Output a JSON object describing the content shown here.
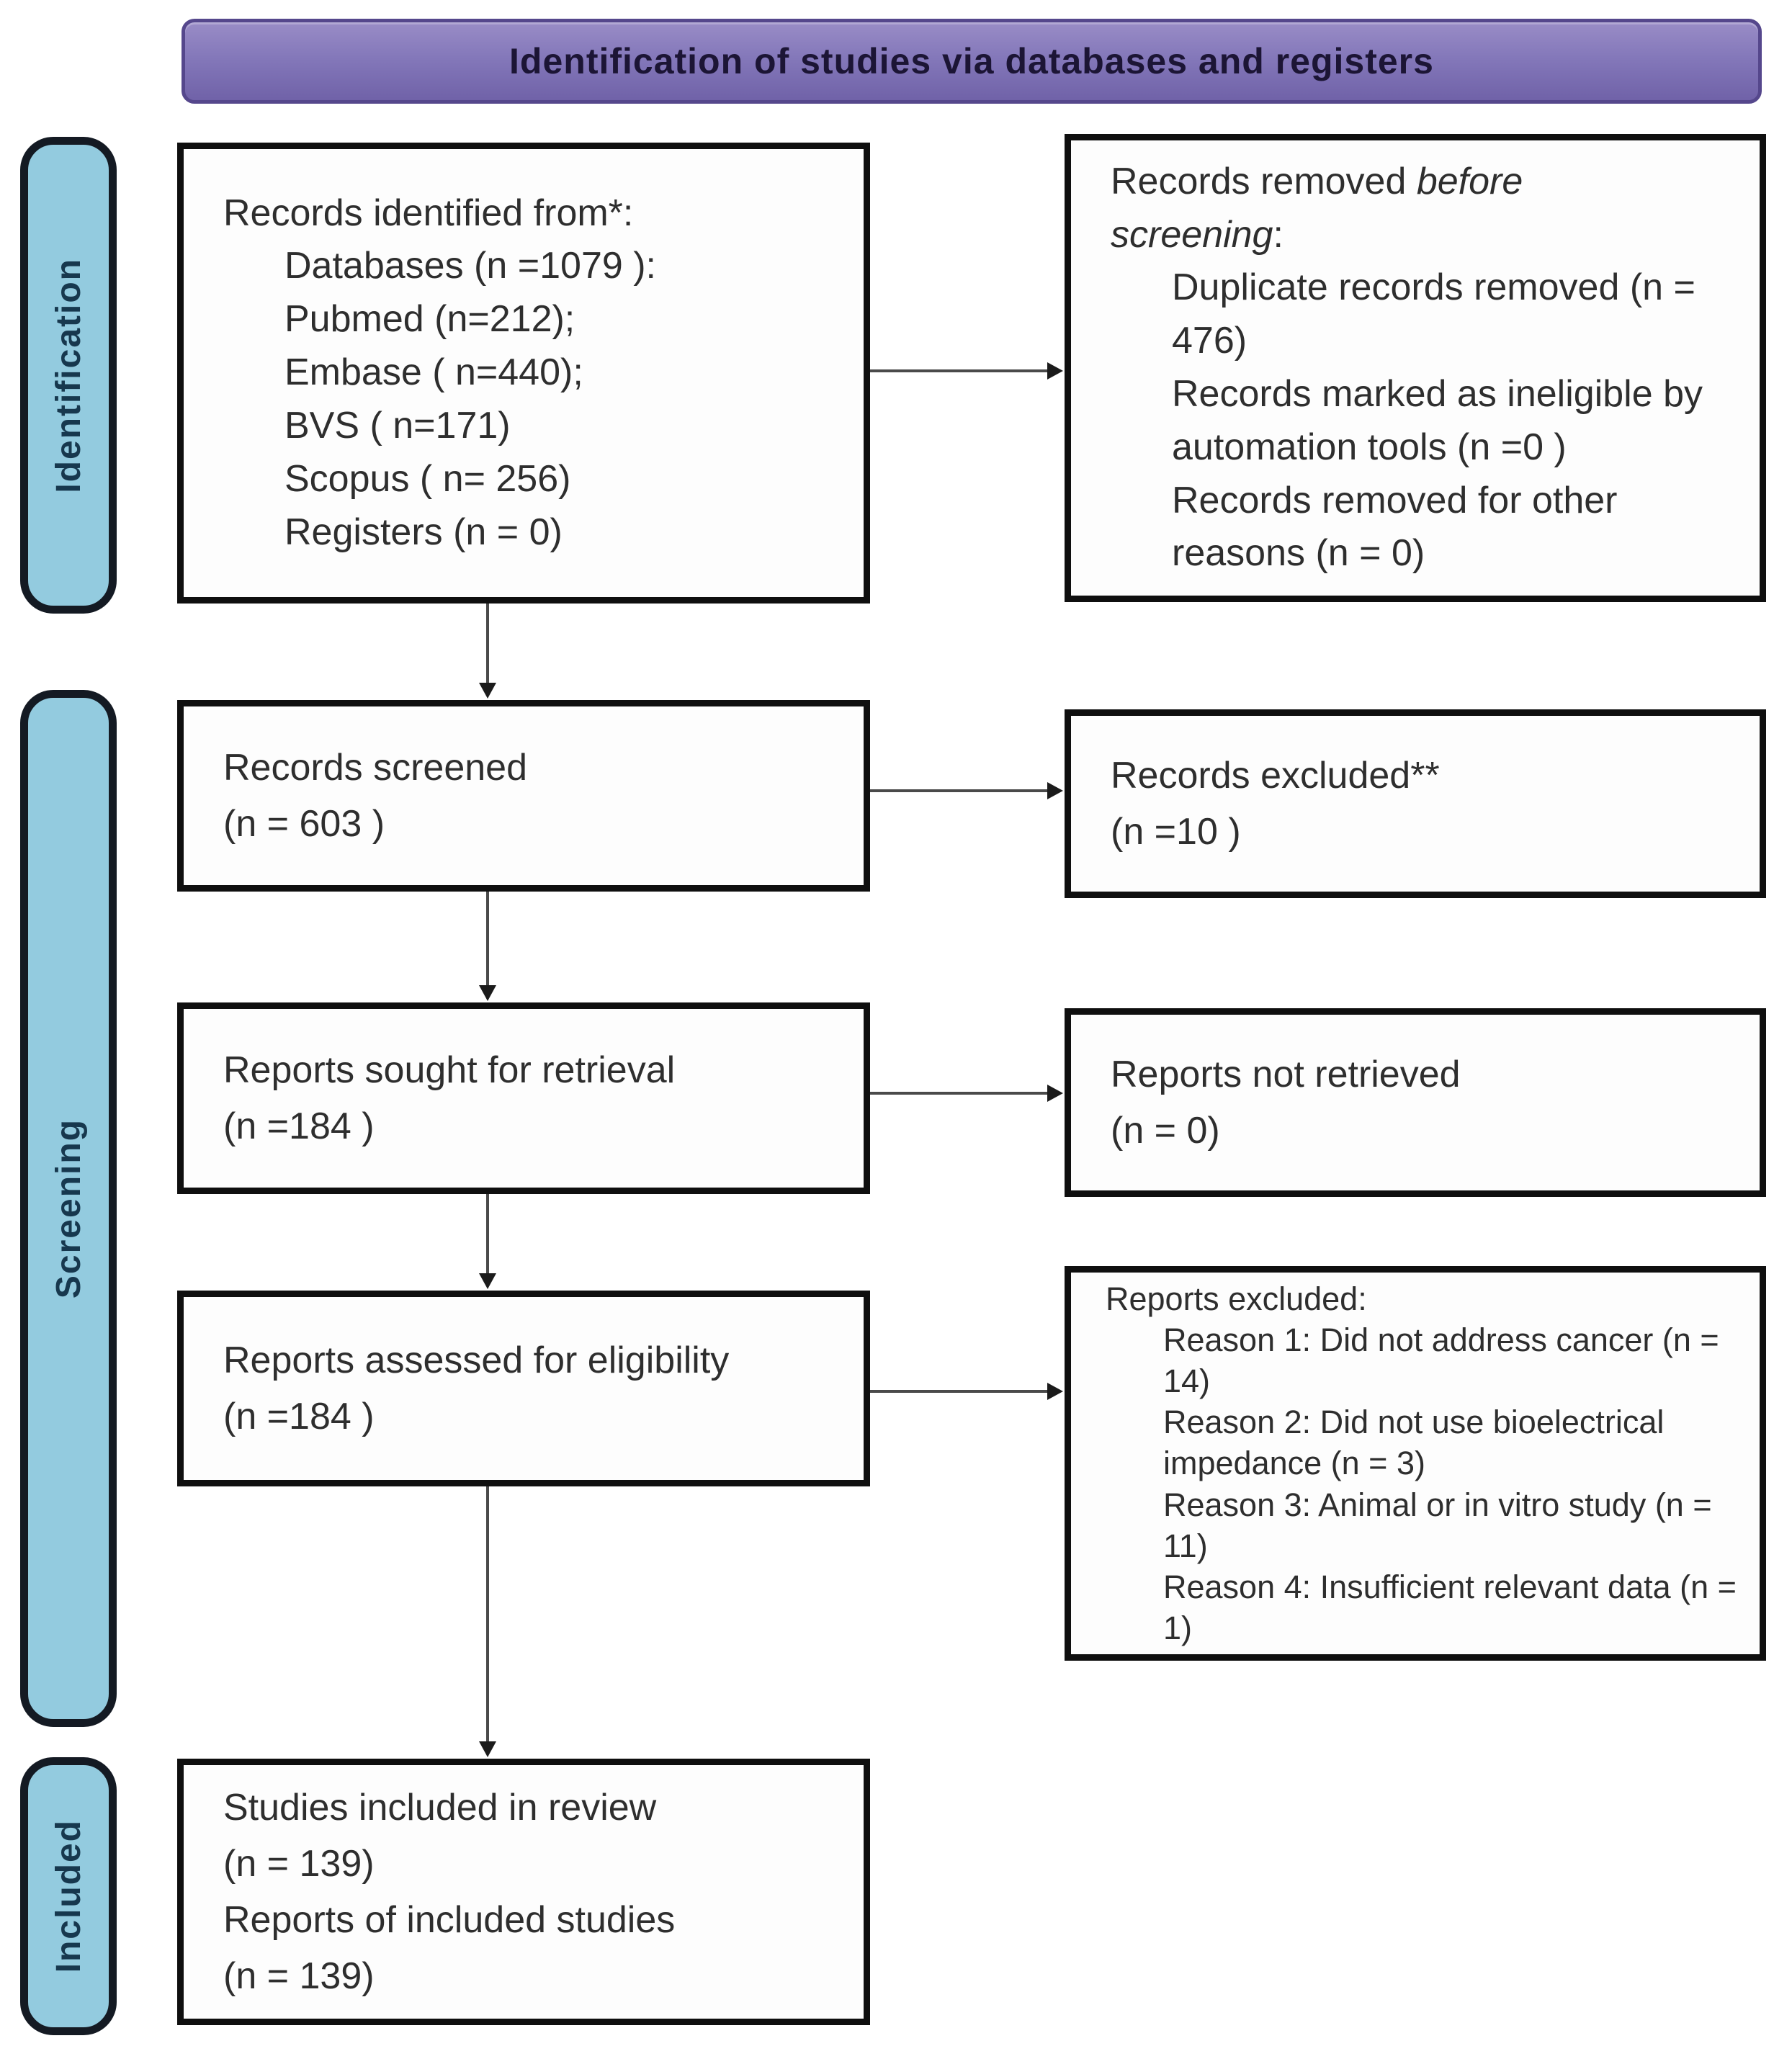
{
  "banner": {
    "title": "Identification of studies via databases and registers"
  },
  "sidebar": {
    "identification": "Identification",
    "screening": "Screening",
    "included": "Included"
  },
  "boxes": {
    "records_identified": {
      "title": "Records identified from*:",
      "items": [
        "Databases (n =1079 ):",
        "Pubmed (n=212);",
        "Embase ( n=440);",
        "BVS ( n=171)",
        "Scopus ( n= 256)",
        "Registers (n = 0)"
      ]
    },
    "records_removed": {
      "title_prefix": "Records removed ",
      "title_italic_line1": "before",
      "title_italic_line2": "screening",
      "title_suffix": ":",
      "items": [
        "Duplicate records removed (n = 476)",
        "Records marked as ineligible by automation tools (n =0 )",
        "Records removed for other reasons (n = 0)"
      ]
    },
    "records_screened": {
      "line1": "Records screened",
      "line2": "(n = 603 )"
    },
    "records_excluded": {
      "line1": "Records excluded**",
      "line2": "(n =10 )"
    },
    "reports_sought": {
      "line1": "Reports sought for retrieval",
      "line2": "(n =184 )"
    },
    "reports_not_retrieved": {
      "line1": "Reports not retrieved",
      "line2": "(n = 0)"
    },
    "reports_assessed": {
      "line1": "Reports assessed for eligibility",
      "line2": "(n =184 )"
    },
    "reports_excluded": {
      "title": "Reports excluded:",
      "items": [
        "Reason 1: Did not address cancer (n = 14)",
        "Reason 2: Did not use bioelectrical impedance (n = 3)",
        "Reason 3:  Animal or in vitro study (n = 11)",
        "Reason 4: Insufficient relevant data (n = 1)"
      ]
    },
    "studies_included": {
      "line1": "Studies included in review",
      "line2": "(n = 139)",
      "line3": "Reports of included studies",
      "line4": "(n = 139)"
    }
  },
  "colors": {
    "banner_fill": "#8478ba",
    "banner_border": "#55478c",
    "ribbon_fill": "#93cbdf",
    "ribbon_border": "#141a23",
    "ribbon_text": "#17384e",
    "box_border": "#0f0f0f",
    "box_fill": "#fdfdfd",
    "arrow": "#4a4a4a",
    "text": "#2e2e2e"
  }
}
